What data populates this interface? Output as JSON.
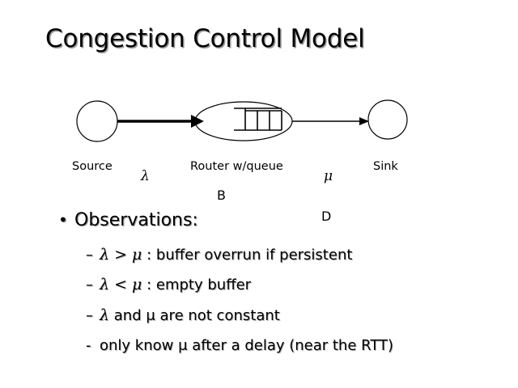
{
  "slide": {
    "title": "Congestion Control Model",
    "background_color": "#ffffff",
    "text_color": "#000000"
  },
  "diagram": {
    "source_node_label": "Source",
    "router_node_label": "Router w/queue",
    "sink_node_label": "Sink",
    "router_buffer_label": "B",
    "arrival_rate_symbol": "λ",
    "service_rate_symbol": "μ",
    "delay_symbol": "D",
    "queue_cells": 4
  },
  "body": {
    "heading": "Observations:",
    "bullet_marker": "•",
    "items": [
      {
        "marker": "–",
        "text_before": "λ > μ",
        "text_after": " : buffer overrun if persistent"
      },
      {
        "marker": "–",
        "text_before": "λ < μ",
        "text_after": " : empty buffer"
      },
      {
        "marker": "–",
        "text_before": "λ",
        "text_after": " and μ are not constant"
      },
      {
        "marker": "-",
        "text_before": "",
        "text_after": "only know μ after a delay (near the RTT)"
      }
    ]
  }
}
